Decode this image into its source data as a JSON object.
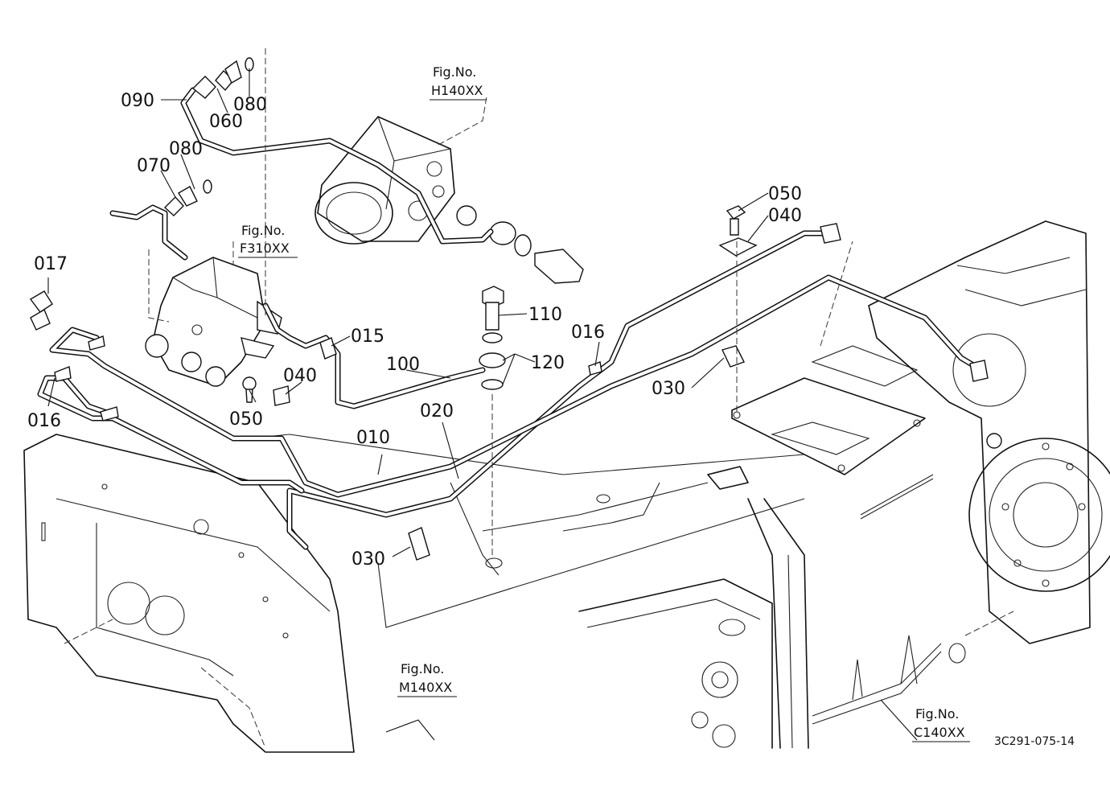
{
  "figure_refs": {
    "h140": {
      "line1": "Fig.No.",
      "line2": "H140XX"
    },
    "f310": {
      "line1": "Fig.No.",
      "line2": "F310XX"
    },
    "m140": {
      "line1": "Fig.No.",
      "line2": "M140XX"
    },
    "c140": {
      "line1": "Fig.No.",
      "line2": "C140XX"
    }
  },
  "callouts": {
    "p090": "090",
    "p060": "060",
    "p080a": "080",
    "p080b": "080",
    "p070": "070",
    "p017": "017",
    "p016a": "016",
    "p016b": "016",
    "p015": "015",
    "p100": "100",
    "p110": "110",
    "p120": "120",
    "p040a": "040",
    "p040b": "040",
    "p050a": "050",
    "p050b": "050",
    "p010": "010",
    "p020": "020",
    "p030a": "030",
    "p030b": "030"
  },
  "drawing_code": "3C291-075-14"
}
